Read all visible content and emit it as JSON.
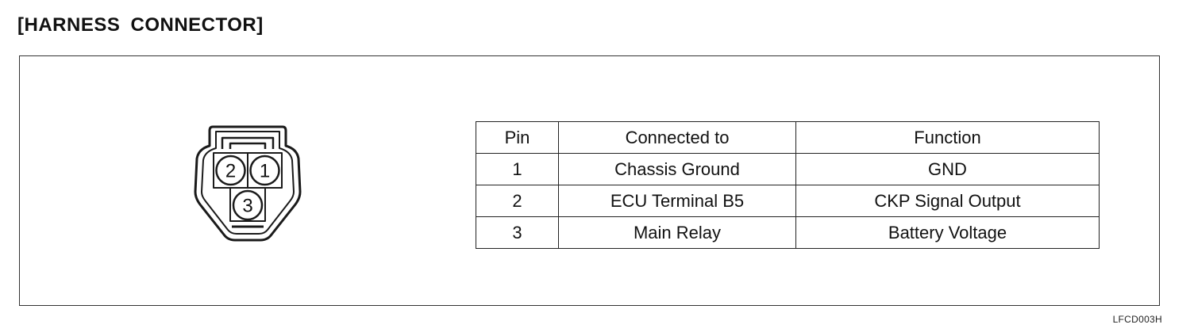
{
  "title": "[HARNESS CONNECTOR]",
  "connector": {
    "icon": "three-pin-harness-connector-icon",
    "pins": [
      {
        "label": "2"
      },
      {
        "label": "1"
      },
      {
        "label": "3"
      }
    ]
  },
  "table": {
    "headers": [
      "Pin",
      "Connected to",
      "Function"
    ],
    "rows": [
      [
        "1",
        "Chassis Ground",
        "GND"
      ],
      [
        "2",
        "ECU Terminal B5",
        "CKP Signal Output"
      ],
      [
        "3",
        "Main Relay",
        "Battery Voltage"
      ]
    ]
  },
  "figure_code": "LFCD003H"
}
